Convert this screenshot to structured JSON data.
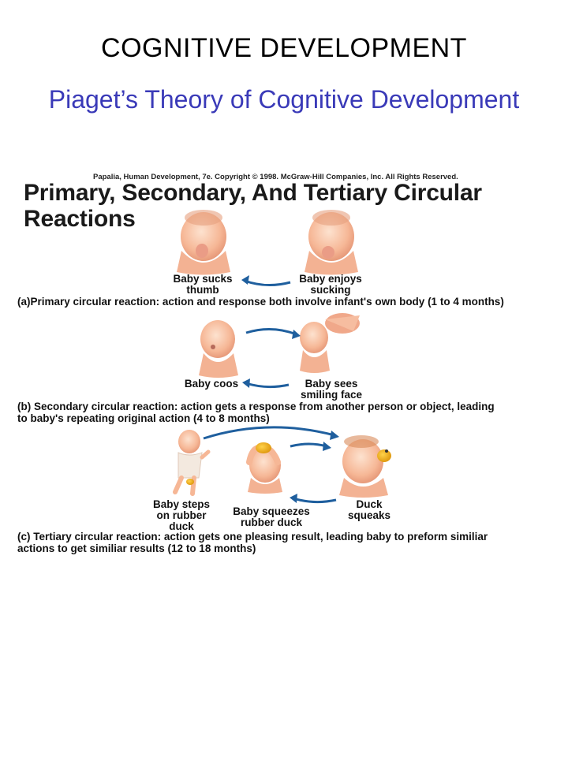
{
  "slide": {
    "title": "COGNITIVE DEVELOPMENT",
    "subtitle": "Piaget’s Theory of Cognitive Development",
    "subtitle_color": "#3a3ab8"
  },
  "figure": {
    "copyright": "Papalia, Human Development, 7e. Copyright © 1998. McGraw-Hill Companies, Inc. All Rights Reserved.",
    "title_line1": "Primary, Secondary, And Tertiary Circular",
    "title_line2": "Reactions",
    "arrow_color": "#1f5f9e",
    "panel_a": {
      "label_left": "Baby sucks\nthumb",
      "label_right": "Baby enjoys\nsucking",
      "caption": "(a)Primary circular reaction: action and response both involve infant's own body (1 to 4 months)"
    },
    "panel_b": {
      "label_left": "Baby coos",
      "label_right": "Baby sees\nsmiling face",
      "caption": "(b) Secondary circular reaction: action gets a response from another person or object, leading\n     to baby's repeating original action (4 to 8 months)"
    },
    "panel_c": {
      "label_left": "Baby steps\non rubber\nduck",
      "label_middle": "Baby squeezes\nrubber duck",
      "label_right": "Duck\nsqueaks",
      "caption": "(c) Tertiary circular reaction:  action gets one pleasing result, leading baby to preform similiar\n     actions to get similiar results (12 to 18 months)"
    }
  }
}
